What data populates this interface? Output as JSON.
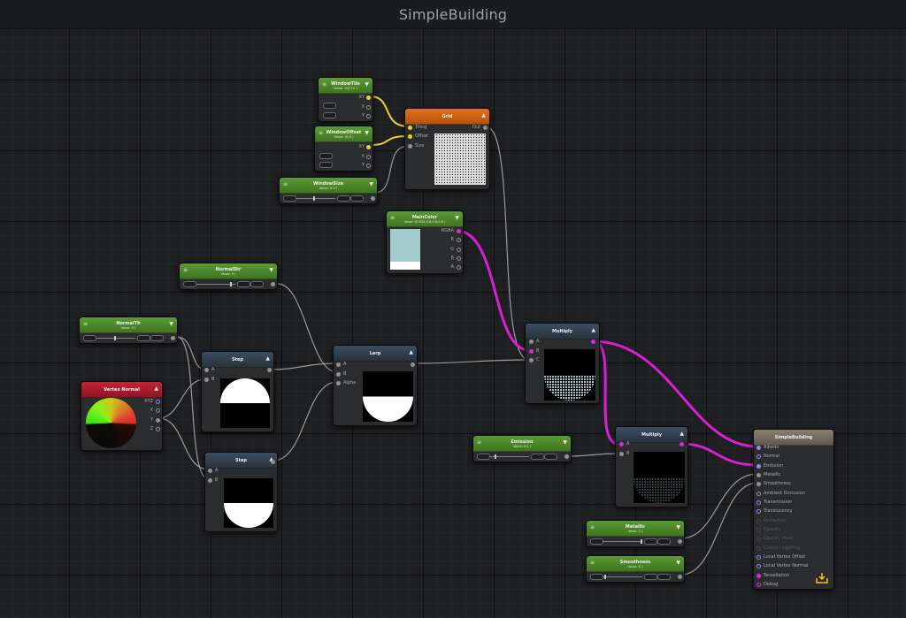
{
  "window": {
    "title": "SimpleBuilding"
  },
  "nodes": {
    "window_tile": {
      "title": "WindowTile",
      "subtitle": "Value: (10,10 )",
      "ports_out": [
        "XY",
        "X",
        "Y"
      ]
    },
    "window_offset": {
      "title": "WindowOffset",
      "subtitle": "Value: (0,0 )",
      "ports_out": [
        "XY",
        "X",
        "Y"
      ]
    },
    "window_size": {
      "title": "WindowSize",
      "subtitle": "Value: 0.9 )"
    },
    "grid": {
      "title": "Grid",
      "ports_in": [
        "Tiling",
        "Offset",
        "Size"
      ],
      "port_out": "Out"
    },
    "main_color": {
      "title": "MainColor",
      "subtitle": "Value: (0.635,0.8,0.8,0.8 )",
      "ports_out": [
        "RGBA",
        "R",
        "G",
        "B",
        "A"
      ]
    },
    "normal_dir": {
      "title": "NormalDir",
      "subtitle": "Value: 0 )"
    },
    "normal_th": {
      "title": "NormalTh",
      "subtitle": "Value: 0 )"
    },
    "vertex_normal": {
      "title": "Vertex Normal",
      "ports_out": [
        "XYZ",
        "X",
        "Y",
        "Z"
      ]
    },
    "step1": {
      "title": "Step",
      "ports_in": [
        "A",
        "B"
      ]
    },
    "step2": {
      "title": "Step",
      "ports_in": [
        "A",
        "B"
      ]
    },
    "lerp": {
      "title": "Lerp",
      "ports_in": [
        "A",
        "B",
        "Alpha"
      ]
    },
    "multiply1": {
      "title": "Multiply",
      "ports_in": [
        "A",
        "B",
        "C"
      ]
    },
    "multiply2": {
      "title": "Multiply",
      "ports_in": [
        "A",
        "B"
      ]
    },
    "emission": {
      "title": "Emission",
      "subtitle": "Value: 0.1 )"
    },
    "metallic": {
      "title": "Metallic",
      "subtitle": "Value: 1 )"
    },
    "smoothness": {
      "title": "Smoothness",
      "subtitle": "Value: 0 )"
    },
    "output": {
      "title": "SimpleBuilding",
      "inputs": [
        "Albedo",
        "Normal",
        "Emission",
        "Metallic",
        "Smoothness",
        "Ambient Occlusion",
        "Transmission",
        "Translucency",
        "Refraction",
        "Opacity",
        "Opacity Mask",
        "Custom Lighting",
        "Local Vertex Offset",
        "Local Vertex Normal",
        "Tessellation",
        "Debug"
      ]
    }
  },
  "colors": {
    "property_header": "#4a8a2a",
    "grid_header": "#d4691a",
    "operator_header": "#33404f",
    "vertex_normal_header": "#b01e2e",
    "output_header": "#7a6f63",
    "wire_color": "#d91fd6",
    "wire_vector2": "#e8d23a",
    "wire_float": "#9a9a9a",
    "canvas_bg": "#1e1f21"
  },
  "icons": {
    "node_menu": "hamburger-icon",
    "node_collapse": "collapse-arrow-icon",
    "output_badge": "download-icon"
  }
}
